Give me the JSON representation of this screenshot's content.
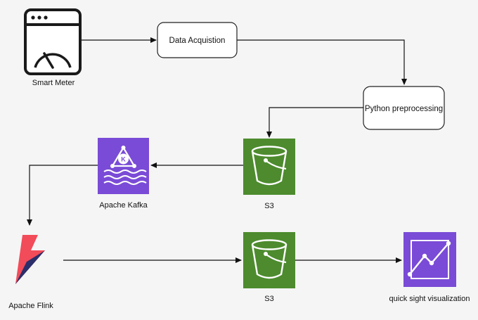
{
  "nodes": {
    "smart_meter": {
      "label": "Smart Meter"
    },
    "data_acquisition": {
      "label": "Data Acquistion"
    },
    "python_preprocessing": {
      "label": "Python preprocessing"
    },
    "s3_top": {
      "label": "S3"
    },
    "apache_kafka": {
      "label": "Apache Kafka"
    },
    "apache_flink": {
      "label": "Apache Flink"
    },
    "s3_bottom": {
      "label": "S3"
    },
    "quicksight": {
      "label": "quick sight visualization"
    }
  },
  "colors": {
    "s3_green": "#4d8b2e",
    "kafka_purple": "#7a4bd6",
    "flink_red": "#f24b59",
    "flink_navy": "#2b2f6b"
  },
  "icons": {
    "smart_meter": "browser-gauge-icon",
    "s3": "bucket-icon",
    "kafka": "kafka-triangle-waves-icon",
    "flink": "lightning-bolt-icon",
    "quicksight": "line-chart-icon"
  }
}
